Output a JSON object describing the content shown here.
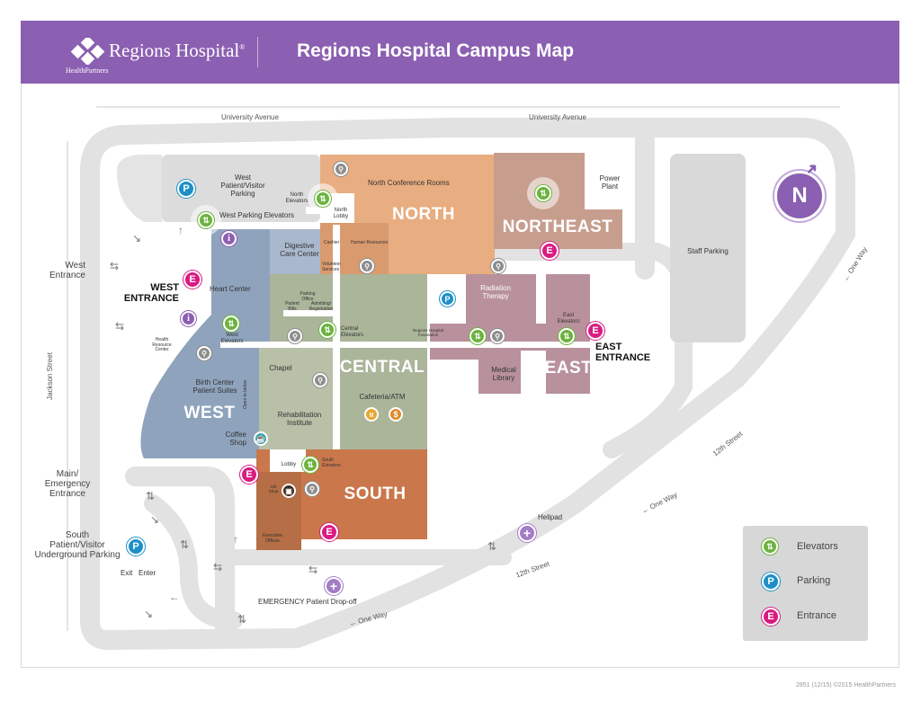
{
  "header": {
    "logo_name": "Regions Hospital",
    "logo_trademark": "®",
    "logo_sub": "HealthPartners",
    "title": "Regions Hospital Campus Map",
    "brand_color": "#8b5fb1"
  },
  "streets": {
    "university_west": "University Avenue",
    "university_east": "University Avenue",
    "jackson": "Jackson Street",
    "twelfth_upper": "12th Street",
    "twelfth_lower": "12th Street",
    "one_way_upper": "One Way",
    "one_way_middle": "One Way",
    "one_way_lower": "One Way"
  },
  "buildings": {
    "north": "NORTH",
    "northeast": "NORTHEAST",
    "central": "CENTRAL",
    "east": "EAST",
    "west": "WEST",
    "south": "SOUTH"
  },
  "entrances": {
    "west_outside": "West\nEntrance",
    "west_building": "WEST\nENTRANCE",
    "east_building": "EAST\nENTRANCE",
    "main_emergency": "Main/\nEmergency\nEntrance"
  },
  "places": {
    "west_parking": "West\nPatient/Visitor\nParking",
    "west_parking_elevators": "West Parking Elevators",
    "north_elevators": "North\nElevators",
    "north_lobby": "North\nLobby",
    "north_conference": "North Conference Rooms",
    "cashier": "Cashier",
    "human_resources": "Human Resources",
    "volunteer_services": "Volunteer\nServices",
    "digestive_care": "Digestive\nCare Center",
    "heart_center": "Heart Center",
    "parking_office": "Parking\nOffice",
    "patient_bills": "Patient\nBills",
    "admitting_registration": "Admitting/\nRegistration",
    "central_elevators": "Central\nElevators",
    "west_elevators": "West\nElevators",
    "health_resource_center": "Health\nResource\nCenter",
    "power_plant": "Power\nPlant",
    "staff_parking": "Staff Parking",
    "radiation_therapy": "Radiation\nTherapy",
    "east_elevators": "East\nElevators",
    "foundation": "Regions Hospital\nFoundation",
    "medical_library": "Medical\nLibrary",
    "chapel": "Chapel",
    "birth_center": "Birth Center\nPatient Suites",
    "open_to_below": "Open to below",
    "rehab_institute": "Rehabilitation\nInstitute",
    "cafeteria_atm": "Cafeteria/ATM",
    "coffee_shop": "Coffee\nShop",
    "lobby": "Lobby",
    "south_elevators": "South\nElevators",
    "gift_shop": "Gift\nShop",
    "executive_offices": "Executive\nOffices",
    "helipad": "Helipad",
    "south_parking": "South\nPatient/Visitor\nUnderground Parking",
    "exit": "Exit",
    "enter": "Enter",
    "emergency_dropoff": "EMERGENCY Patient Drop-off"
  },
  "icons": {
    "entrance_letter": "E",
    "parking_letter": "P",
    "info_letter": "i",
    "north_letter": "N",
    "elevator_glyph": "⇅",
    "restroom_glyph": "⚲",
    "plus_glyph": "+",
    "cafe_glyph": "ıı",
    "atm_glyph": "$",
    "coffee_glyph": "☕",
    "gift_glyph": "▣"
  },
  "legend": {
    "elevators": "Elevators",
    "parking": "Parking",
    "entrance": "Entrance"
  },
  "colors": {
    "north": "#e8ad80",
    "northeast": "#c79e8e",
    "central": "#aab59a",
    "east": "#b8919c",
    "west": "#8fa3bd",
    "south": "#c9774b",
    "road": "#e3e3e3",
    "entrance": "#d81b82",
    "parking": "#1e8fc6",
    "elevator": "#6cb33f"
  },
  "footer": "2851 (12/15) ©2015 HealthPartners"
}
